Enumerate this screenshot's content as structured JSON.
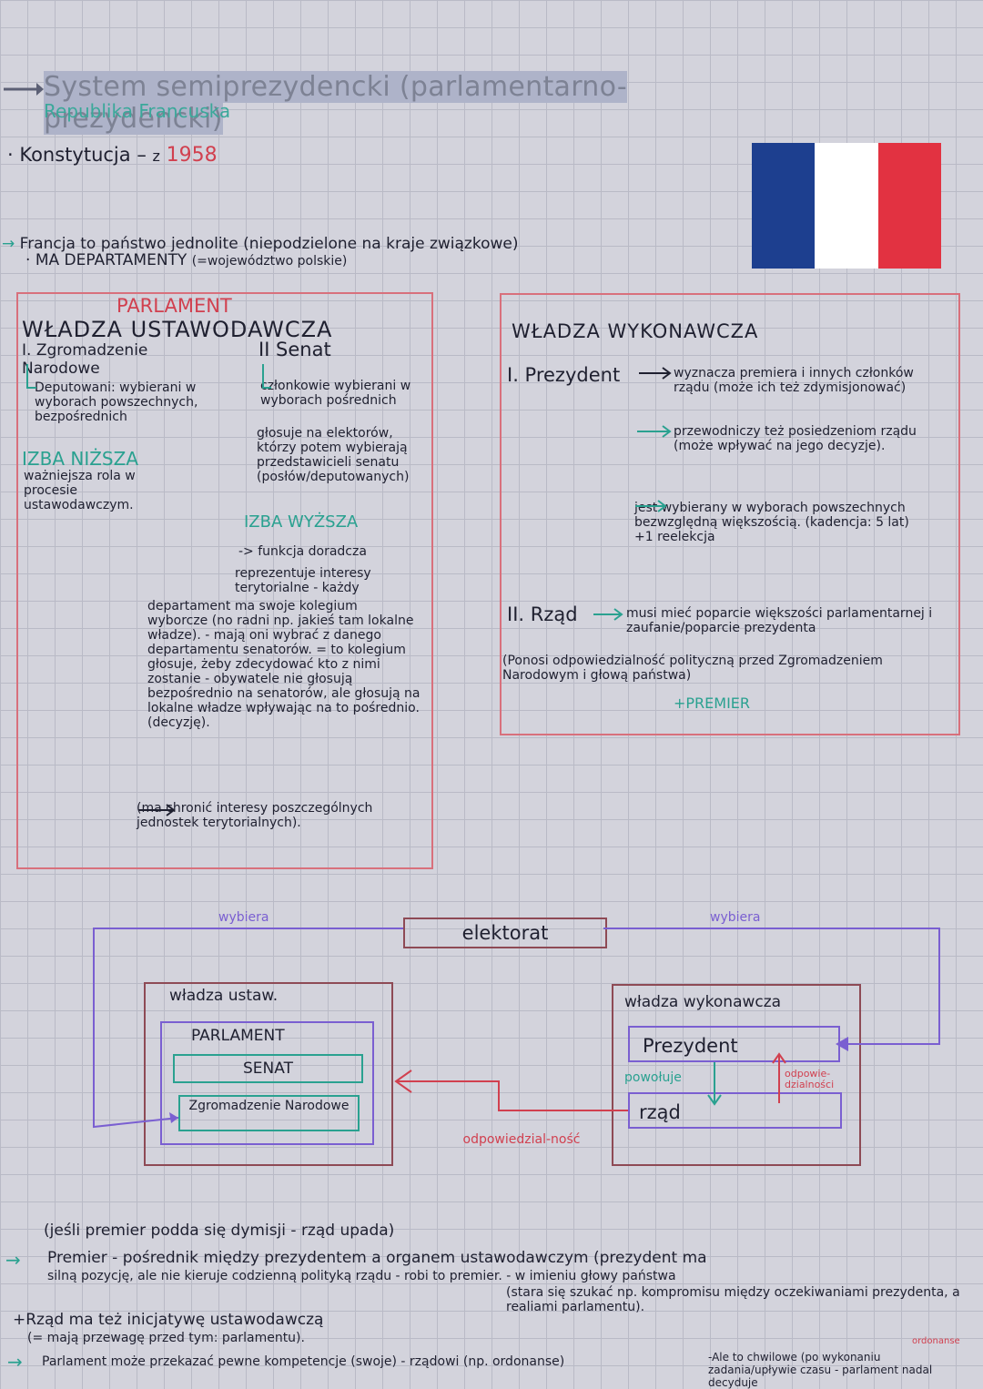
{
  "header": {
    "title": "System semiprezydencki (parlamentarno-prezydencki)",
    "subtitle": "Republika Francuska",
    "constitution_label": "Konstytucja –",
    "constitution_z": "z",
    "constitution_year": "1958"
  },
  "flag": {
    "colors": [
      "#1d3f8f",
      "#ffffff",
      "#e23241"
    ]
  },
  "intro": {
    "line1": "Francja to państwo jednolite (niepodzielone na kraje związkowe)",
    "line2": "MA DEPARTAMENTY",
    "line2_note": "(=województwo polskie)"
  },
  "legislative": {
    "parlament_label": "PARLAMENT",
    "heading": "WŁADZA USTAWODAWCZA",
    "zgromadzenie_label": "I. Zgromadzenie Narodowe",
    "zgromadzenie_text": "Deputowani: wybierani w wyborach powszechnych, bezpośrednich",
    "izba_nizsza": "IZBA NIŻSZA",
    "izba_nizsza_text": "ważniejsza rola w procesie ustawodawczym.",
    "senat_label": "II Senat",
    "senat_text": "członkowie wybierani w wyborach pośrednich",
    "senat_note": "głosuje na elektorów, którzy potem wybierają przedstawicieli senatu (posłów/deputowanych)",
    "izba_wyzsza": "IZBA WYŻSZA",
    "funkcja": "-> funkcja doradcza",
    "reprezentuje": "reprezentuje interesy terytorialne - każdy",
    "departament_text": "departament ma swoje kolegium wyborcze (no radni np. jakieś tam lokalne władze). - mają oni wybrać z danego departamentu senatorów. = to kolegium głosuje, żeby zdecydować kto z nimi zostanie - obywatele nie głosują bezpośrednio na senatorów, ale głosują na lokalne władze wpływając na to pośrednio. (decyzję).",
    "chroni": "(ma chronić interesy poszczególnych jednostek terytorialnych)."
  },
  "executive": {
    "heading": "WŁADZA WYKONAWCZA",
    "prezydent_label": "I. Prezydent",
    "p1": "wyznacza premiera i innych członków rządu (może ich też zdymisjonować)",
    "p2": "przewodniczy też posiedzeniom rządu (może wpływać na jego decyzje).",
    "p3": "jest wybierany w wyborach powszechnych bezwzględną większością. (kadencja: 5 lat) +1 reelekcja",
    "rzad_label": "II. Rząd",
    "r1": "musi mieć poparcie większości parlamentarnej i zaufanie/poparcie prezydenta",
    "r2": "(Ponosi odpowiedzialność polityczną przed Zgromadzeniem Narodowym i głową państwa)",
    "r3": "+PREMIER"
  },
  "diagram": {
    "wybiera_left": "wybiera",
    "wybiera_right": "wybiera",
    "elektorat": "elektorat",
    "wladza_ustaw": "władza ustaw.",
    "parlament": "PARLAMENT",
    "senat": "SENAT",
    "zgromadzenie": "Zgromadzenie Narodowe",
    "wladza_wyk": "władza wykonawcza",
    "prezydent": "Prezydent",
    "rzad": "rząd",
    "powoluje": "powołuje",
    "odpowiedzialnosc": "odpowiedzial-ność",
    "odpowiedzialnosc2": "odpowie-dzialności"
  },
  "notes": {
    "n1": "(jeśli premier podda się dymisji - rząd upada)",
    "n2a": "Premier - pośrednik między prezydentem a organem ustawodawczym (prezydent ma",
    "n2b": "silną pozycję, ale nie kieruje codzienną polityką rządu - robi to premier. - w imieniu głowy państwa",
    "n2c": "(stara się szukać np. kompromisu między oczekiwaniami prezydenta, a realiami parlamentu).",
    "n3a": "+Rząd ma też inicjatywę ustawodawczą",
    "n3b": "(= mają przewagę przed tym: parlamentu).",
    "n4": "Parlament może przekazać pewne kompetencje (swoje) - rządowi (np. ordonanse)",
    "n4b": "-Ale to chwilowe (po wykonaniu zadania/upływie czasu - parlament nadal decyduje",
    "n4c": "ordonanse"
  }
}
